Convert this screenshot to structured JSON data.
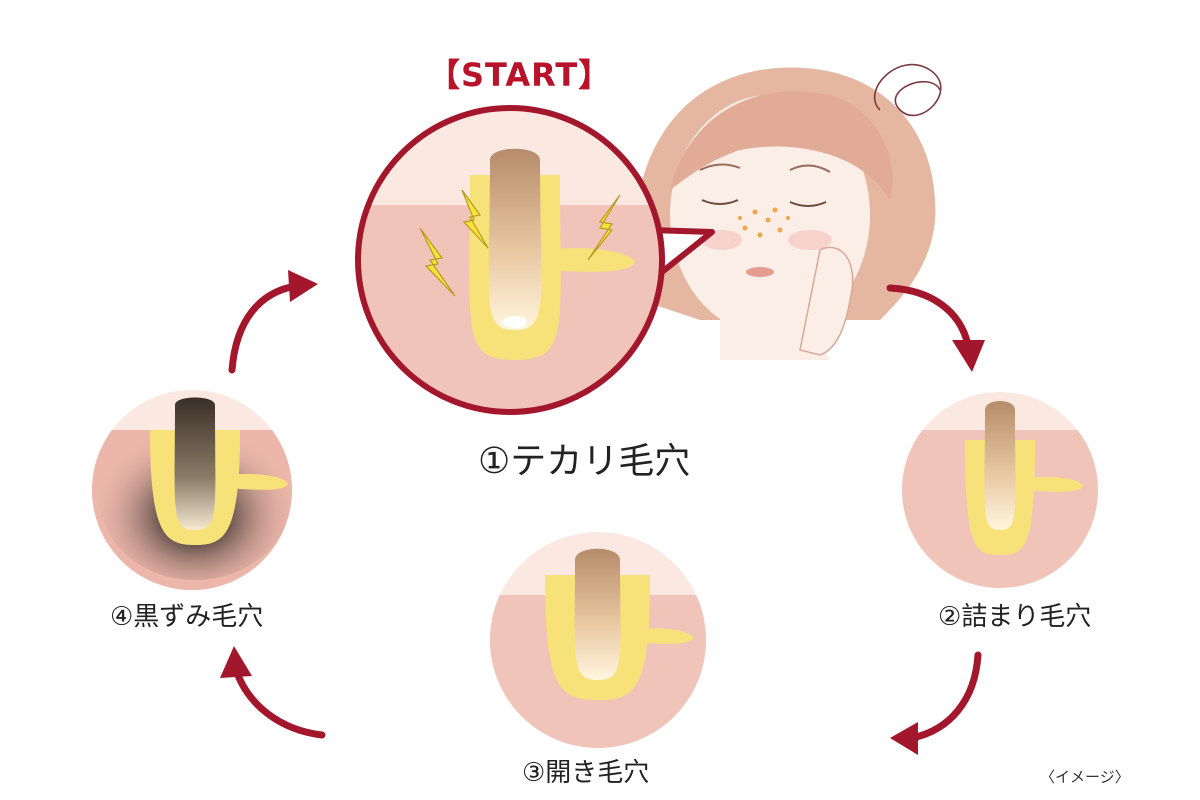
{
  "start_label": "【START】",
  "stages": [
    {
      "id": 1,
      "label": "①テカリ毛穴"
    },
    {
      "id": 2,
      "label": "②詰まり毛穴"
    },
    {
      "id": 3,
      "label": "③開き毛穴"
    },
    {
      "id": 4,
      "label": "④黒ずみ毛穴"
    }
  ],
  "note": "〈イメージ〉",
  "colors": {
    "accent": "#a3172c",
    "skin_top": "#f7dcd2",
    "skin_deep": "#eeb7ab",
    "sebum": "#f6e07a",
    "plug": "#b48a6a",
    "dark_plug": "#3d3128"
  }
}
